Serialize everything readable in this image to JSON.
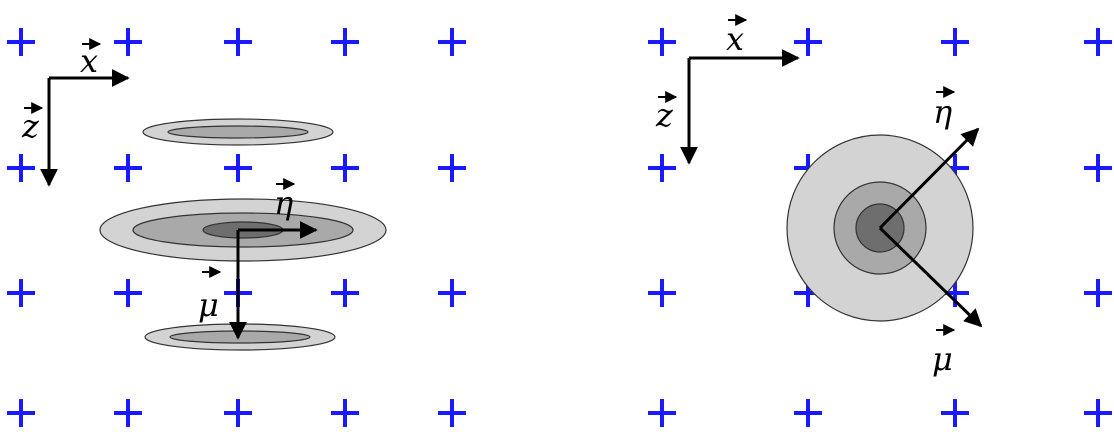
{
  "colors": {
    "grid_plus": "#1a1aff",
    "arrow": "#000000",
    "shade_light": "#d3d3d3",
    "shade_mid": "#a9a9a9",
    "shade_dark": "#6e6e6e"
  },
  "left_panel": {
    "axis_x_label": "x",
    "axis_z_label": "z",
    "eta_label": "η",
    "mu_label": "μ"
  },
  "right_panel": {
    "axis_x_label": "x",
    "axis_z_label": "z",
    "eta_label": "η",
    "mu_label": "μ"
  },
  "icons": [
    "plus-marker-icon",
    "arrow-icon",
    "vector-arrow-accent-icon"
  ]
}
